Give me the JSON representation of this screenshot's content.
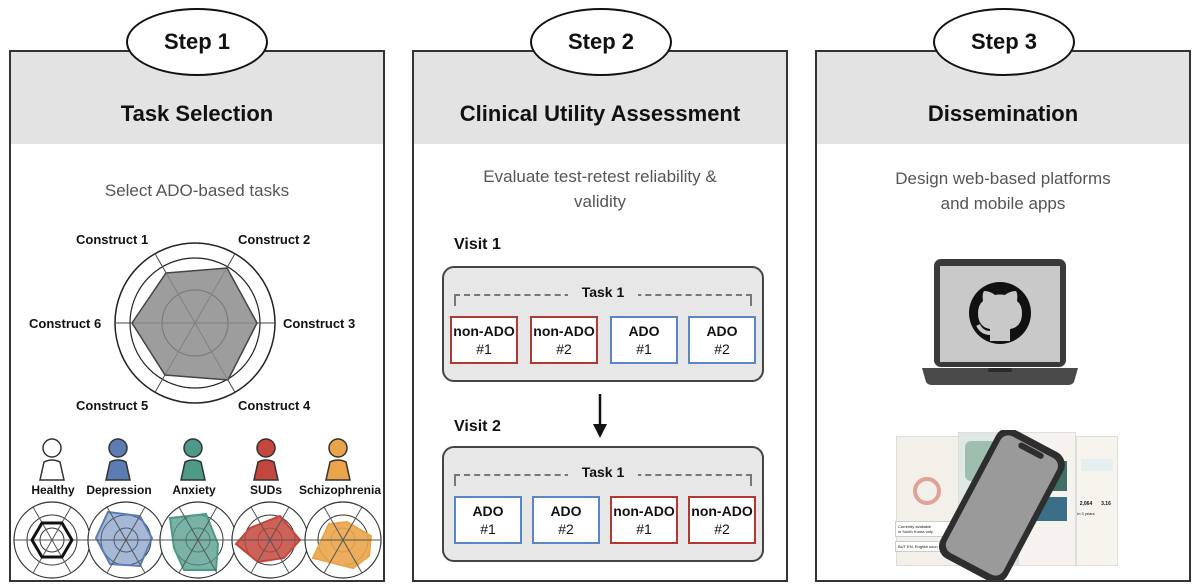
{
  "step1": {
    "step_label": "Step 1",
    "title": "Task Selection",
    "subtitle": "Select ADO-based tasks",
    "constructs": [
      "Construct 1",
      "Construct 2",
      "Construct 3",
      "Construct 4",
      "Construct 5",
      "Construct 6"
    ],
    "groups": [
      {
        "label": "Healthy",
        "color": "#ffffff"
      },
      {
        "label": "Depression",
        "color": "#5b7db3"
      },
      {
        "label": "Anxiety",
        "color": "#4e9a88"
      },
      {
        "label": "SUDs",
        "color": "#c4463c"
      },
      {
        "label": "Schizophrenia",
        "color": "#eaa54a"
      }
    ]
  },
  "step2": {
    "step_label": "Step 2",
    "title": "Clinical Utility Assessment",
    "subtitle_line1": "Evaluate test-retest reliability &",
    "subtitle_line2": "validity",
    "visit1": {
      "label": "Visit 1",
      "task_label": "Task 1",
      "conditions": [
        {
          "name": "non-ADO",
          "num": "#1",
          "color": "red"
        },
        {
          "name": "non-ADO",
          "num": "#2",
          "color": "red"
        },
        {
          "name": "ADO",
          "num": "#1",
          "color": "blue"
        },
        {
          "name": "ADO",
          "num": "#2",
          "color": "blue"
        }
      ]
    },
    "visit2": {
      "label": "Visit 2",
      "task_label": "Task 1",
      "conditions": [
        {
          "name": "ADO",
          "num": "#1",
          "color": "blue"
        },
        {
          "name": "ADO",
          "num": "#2",
          "color": "blue"
        },
        {
          "name": "non-ADO",
          "num": "#1",
          "color": "red"
        },
        {
          "name": "non-ADO",
          "num": "#2",
          "color": "red"
        }
      ]
    }
  },
  "step3": {
    "step_label": "Step 3",
    "title": "Dissemination",
    "subtitle_line1": "Design web-based platforms",
    "subtitle_line2": "and mobile apps",
    "app_screens": [
      {
        "line1": "Currently available",
        "line2": "in South Korea only",
        "line3": "BUT EN, English soon"
      },
      {
        "line1": "2,064",
        "line2": "in 3 years",
        "line3": "3.16"
      }
    ]
  }
}
